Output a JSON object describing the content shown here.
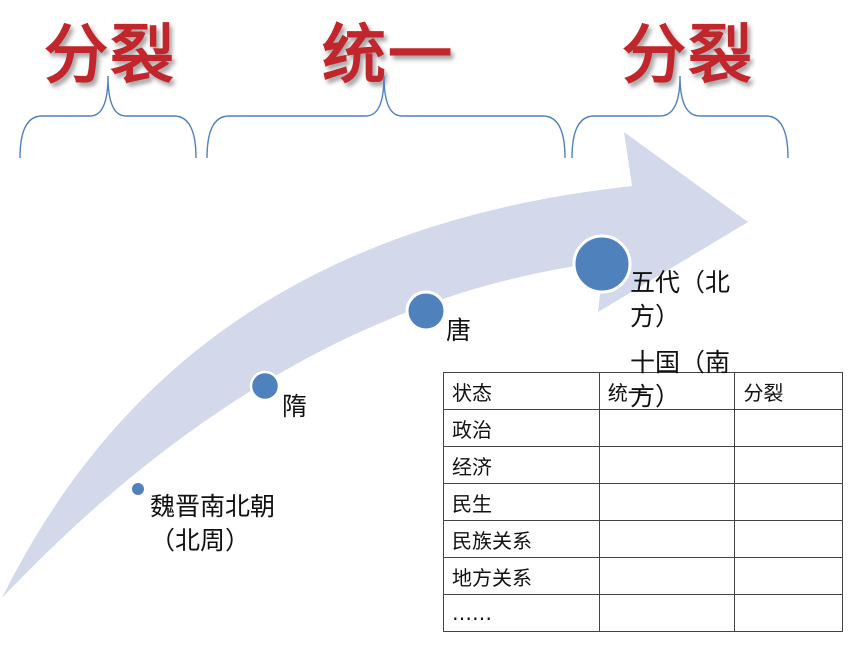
{
  "headings": {
    "left": "分裂",
    "middle": "统一",
    "right": "分裂"
  },
  "points": [
    {
      "label": "魏晋南北朝（北周）"
    },
    {
      "label": "隋"
    },
    {
      "label": "唐"
    },
    {
      "label": "五代（北方）"
    },
    {
      "label": "十国（南方）"
    }
  ],
  "table": {
    "header": [
      "状态",
      "统一",
      "分裂"
    ],
    "rows": [
      [
        "政治",
        "",
        ""
      ],
      [
        "经济",
        "",
        ""
      ],
      [
        "民生",
        "",
        ""
      ],
      [
        "民族关系",
        "",
        ""
      ],
      [
        "地方关系",
        "",
        ""
      ],
      [
        "……",
        "",
        ""
      ]
    ]
  },
  "colors": {
    "heading": "#c0262b",
    "arrow": "#d3d9ea",
    "dot": "#4f81bd",
    "brace": "#4f81bd"
  }
}
